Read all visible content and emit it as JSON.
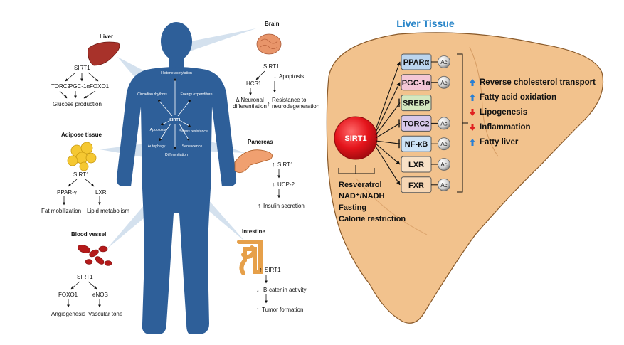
{
  "liver_tissue_title": "Liver Tissue",
  "body_labels": [
    "Histone acetylation",
    "Circadian rhythms",
    "Energy expenditure",
    "SIRT1",
    "Stress resistance",
    "Apoptosis",
    "Autophagy",
    "Senescence",
    "Differentiation"
  ],
  "organs": {
    "liver": {
      "title": "Liver",
      "sirt": "SIRT1",
      "targets": [
        "TORC2",
        "PGC-1α",
        "FOXO1"
      ],
      "outcome": "Glucose production"
    },
    "brain": {
      "title": "Brain",
      "sirt": "SIRT1",
      "hcs": "HCS1",
      "apoptosis": "Apoptosis",
      "neuronal": "Δ Neuronal differentiation",
      "resistance": "Resistance to neurodegeneration"
    },
    "adipose": {
      "title": "Adipose tissue",
      "sirt": "SIRT1",
      "targets": [
        "PPAR-γ",
        "LXR"
      ],
      "outcomes": [
        "Fat mobilization",
        "Lipid metabolism"
      ]
    },
    "pancreas": {
      "title": "Pancreas",
      "sirt": "SIRT1",
      "ucp": "UCP-2",
      "outcome": "Insulin secretion"
    },
    "blood_vessel": {
      "title": "Blood vessel",
      "sirt": "SIRT1",
      "targets": [
        "FOXO1",
        "eNOS"
      ],
      "outcomes": [
        "Angiogenesis",
        "Vascular tone"
      ]
    },
    "intestine": {
      "title": "Intestine",
      "sirt": "SIRT1",
      "catenin": "B-catenin activity",
      "outcome": "Tumor formation"
    }
  },
  "liver_diagram": {
    "center": "SIRT1",
    "activators": [
      "Resveratrol",
      "NAD⁺/NADH",
      "Fasting",
      "Calorie restriction"
    ],
    "targets": [
      {
        "label": "PPARα",
        "color": "#bcd5ee",
        "ac": true
      },
      {
        "label": "PGC-1α",
        "color": "#f4c7d6",
        "ac": true
      },
      {
        "label": "SREBP",
        "color": "#d4e8c0",
        "ac": false
      },
      {
        "label": "TORC2",
        "color": "#d7c8ea",
        "ac": true
      },
      {
        "label": "NF-κB",
        "color": "#cde2f5",
        "ac": true
      },
      {
        "label": "LXR",
        "color": "#f8e1c6",
        "ac": true
      },
      {
        "label": "FXR",
        "color": "#f6d6b4",
        "ac": true
      }
    ],
    "ac_label": "Ac",
    "effects": [
      {
        "text": "Reverse cholesterol transport",
        "dir": "up",
        "color": "#2a7fd4"
      },
      {
        "text": "Fatty acid oxidation",
        "dir": "up",
        "color": "#2a7fd4"
      },
      {
        "text": "Lipogenesis",
        "dir": "down",
        "color": "#e02020"
      },
      {
        "text": "Inflammation",
        "dir": "down",
        "color": "#e02020"
      },
      {
        "text": "Fatty liver",
        "dir": "up",
        "color": "#2a7fd4"
      }
    ]
  },
  "colors": {
    "body": "#2e5f99",
    "liver_tissue": "#f2c28d",
    "title": "#2a86c9",
    "sirt_red": "#e4141b"
  }
}
